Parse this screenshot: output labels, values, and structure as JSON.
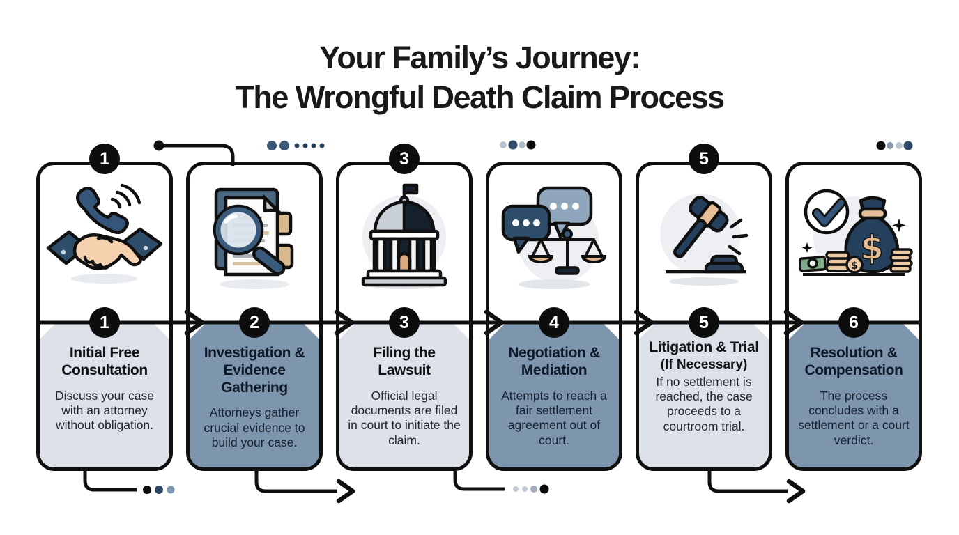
{
  "title": {
    "line1": "Your Family’s Journey:",
    "line2": "The Wrongful Death Claim Process"
  },
  "steps": [
    {
      "number": "1",
      "top_badge": "1",
      "heading": "Initial Free Consultation",
      "description": "Discuss your case with an attorney without obligation.",
      "icon": "handshake-phone",
      "theme": "light"
    },
    {
      "number": "2",
      "heading": "Investigation & Evidence Gathering",
      "description": "Attorneys gather crucial evidence to build your case.",
      "icon": "magnifier-documents",
      "theme": "dark"
    },
    {
      "number": "3",
      "top_badge": "3",
      "heading": "Filing the Lawsuit",
      "description": "Official legal documents are filed in court to initiate the claim.",
      "icon": "courthouse",
      "theme": "light"
    },
    {
      "number": "4",
      "heading": "Negotiation & Mediation",
      "description": "Attempts to reach a fair settlement agreement out of court.",
      "icon": "chat-bubbles-scales",
      "theme": "dark"
    },
    {
      "number": "5",
      "top_badge": "5",
      "heading": "Litigation & Trial",
      "subheading": "(If Necessary)",
      "description": "If no settlement is reached, the case proceeds to a courtroom trial.",
      "icon": "gavel",
      "theme": "light"
    },
    {
      "number": "6",
      "heading": "Resolution & Compensation",
      "description": "The process concludes with a settlement or a court verdict.",
      "icon": "checkmark-money-bag",
      "theme": "dark"
    }
  ],
  "colors": {
    "card_light": "#dde2e8",
    "card_dark": "#7e96ad",
    "badge_bg": "#0d0d0d",
    "badge_text": "#ffffff",
    "outline": "#101010",
    "accent_navy": "#2e4d6b",
    "accent_tan": "#e2b98d"
  }
}
